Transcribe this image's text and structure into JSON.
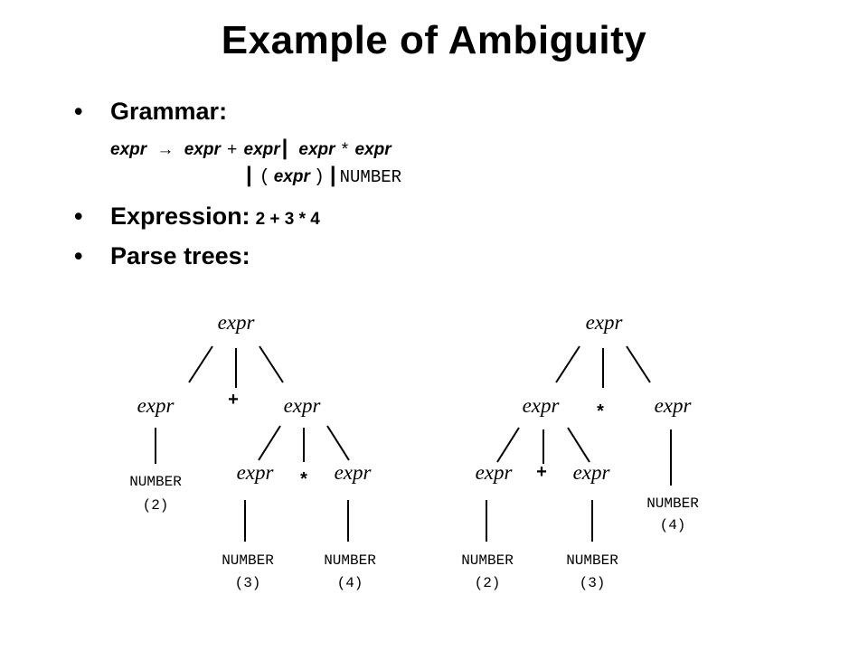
{
  "slide": {
    "title": "Example of Ambiguity",
    "bullet_symbol": "•",
    "bullets": {
      "grammar_label": "Grammar:",
      "expression_label": "Expression:",
      "expression_value": "2 + 3 * 4",
      "parse_trees_label": "Parse trees:"
    },
    "grammar": {
      "lhs": "expr",
      "arrow": "→",
      "line1_t1": "expr",
      "line1_op1": "+",
      "line1_t2": "expr",
      "bar": "|",
      "line1_t3": "expr",
      "line1_op2": "*",
      "line1_t4": "expr",
      "lparen": "(",
      "line2_t1": "expr",
      "rparen": ")",
      "number": "NUMBER"
    }
  },
  "trees": {
    "expr": "expr",
    "number": "NUMBER",
    "plus": "+",
    "star": "*",
    "v2": "(2)",
    "v3": "(3)",
    "v4": "(4)"
  }
}
